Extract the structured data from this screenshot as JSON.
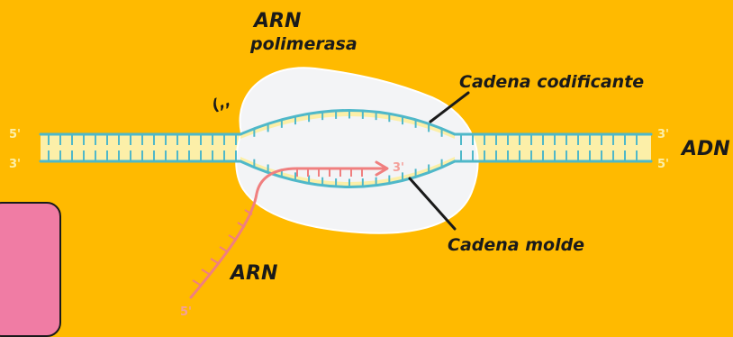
{
  "labels": {
    "polymerase_line1": "ARN",
    "polymerase_line2": "polimerasa",
    "coding_strand": "Cadena codificante",
    "template_strand": "Cadena molde",
    "dna": "ADN",
    "rna": "ARN"
  },
  "ends": {
    "top_left": "5'",
    "bottom_left": "3'",
    "top_right": "3'",
    "bottom_right": "5'",
    "rna_3_prime": "3'",
    "rna_5_prime": "5'"
  },
  "annotations": {
    "motion_marks": "(,,",
    "box_text": "."
  },
  "colors": {
    "background": "#FFBA00",
    "dna_fill": "#FCEFA8",
    "dna_line": "#4FB8C9",
    "polymerase": "#F3F4F6",
    "rna": "#F07F7F",
    "pink_box": "#F07CA4"
  }
}
